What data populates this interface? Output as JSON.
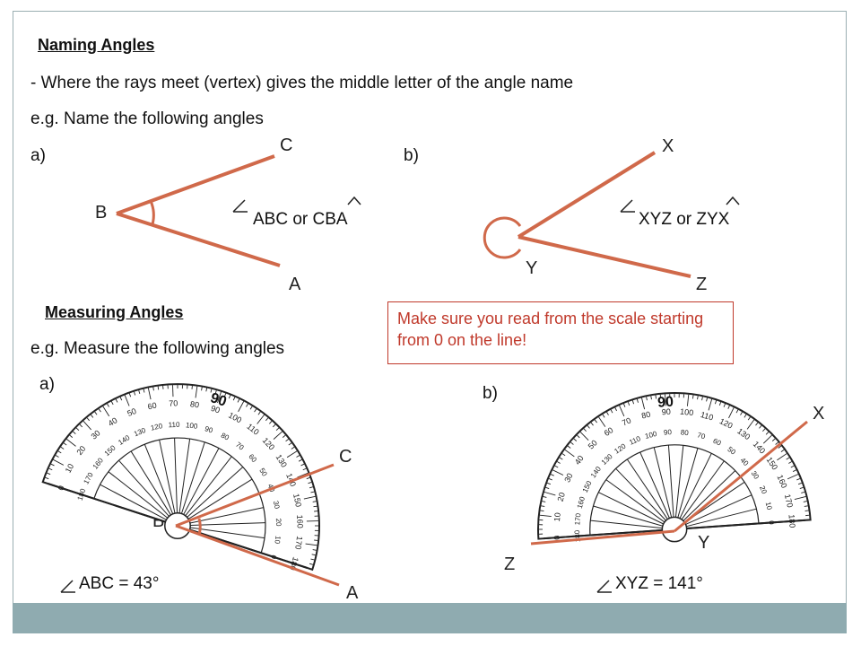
{
  "naming": {
    "heading": "Naming Angles",
    "rule": "- Where the rays meet (vertex) gives the middle letter of the angle name",
    "example": "e.g. Name the following angles",
    "part_a": {
      "label": "a)",
      "point_c": "C",
      "point_b": "B",
      "point_a": "A",
      "answer": "ABC or CBA"
    },
    "part_b": {
      "label": "b)",
      "point_x": "X",
      "point_y": "Y",
      "point_z": "Z",
      "answer": "XYZ or ZYX"
    }
  },
  "measuring": {
    "heading": "Measuring Angles",
    "example": "e.g. Measure the following angles",
    "callout": "Make sure you read from the scale starting from 0 on the line!",
    "part_a": {
      "label": "a)",
      "point_c": "C",
      "point_b": "B",
      "point_a": "A",
      "answer": "ABC = 43°"
    },
    "part_b": {
      "label": "b)",
      "point_x": "X",
      "point_y": "Y",
      "point_z": "Z",
      "answer": "XYZ = 141°"
    },
    "protractor": {
      "top_label": "90",
      "outer_scale": [
        "0",
        "10",
        "20",
        "30",
        "40",
        "50",
        "60",
        "70",
        "80",
        "90",
        "100",
        "110",
        "120",
        "130",
        "140",
        "150",
        "160",
        "170",
        "180"
      ],
      "inner_scale": [
        "180",
        "170",
        "160",
        "150",
        "140",
        "130",
        "120",
        "110",
        "100",
        "90",
        "80",
        "70",
        "60",
        "50",
        "40",
        "30",
        "20",
        "10",
        "0"
      ]
    }
  },
  "colors": {
    "accent": "#d0694a",
    "callout": "#c0392b",
    "footer": "#8fabb0"
  }
}
